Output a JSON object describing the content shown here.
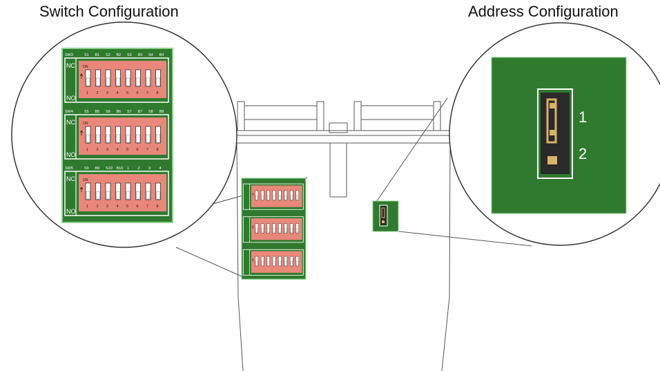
{
  "titles": {
    "switch_configuration": "Switch Configuration",
    "address_configuration": "Address Configuration"
  },
  "switch_panels": [
    {
      "id": "SW3",
      "headers": [
        "S1",
        "B1",
        "S2",
        "B2",
        "S3",
        "B3",
        "S4",
        "B4"
      ],
      "nc_label": "NC",
      "no_label": "NO",
      "on_label": "ON",
      "numbers": [
        "1",
        "2",
        "3",
        "4",
        "5",
        "6",
        "7",
        "8"
      ]
    },
    {
      "id": "SW4",
      "headers": [
        "S5",
        "B5",
        "S6",
        "B6",
        "S7",
        "B7",
        "S8",
        "B8"
      ],
      "nc_label": "NC",
      "no_label": "NO",
      "on_label": "ON",
      "numbers": [
        "1",
        "2",
        "3",
        "4",
        "5",
        "6",
        "7",
        "8"
      ]
    },
    {
      "id": "SW5",
      "headers": [
        "S9",
        "B9",
        "S10",
        "B10",
        "1",
        "2",
        "3",
        "4"
      ],
      "nc_label": "NC",
      "no_label": "NO",
      "on_label": "ON",
      "numbers": [
        "1",
        "2",
        "3",
        "4",
        "5",
        "6",
        "7",
        "8"
      ]
    }
  ],
  "address": {
    "pin_labels": [
      "1",
      "2"
    ]
  },
  "colors": {
    "pcb_green": "#2f7a2f",
    "pcb_border": "#8fd18f",
    "dip_body": "#e8877a",
    "outline": "#555555",
    "jumper": "#2a2a2a",
    "pin_gold": "#d9b36b"
  }
}
